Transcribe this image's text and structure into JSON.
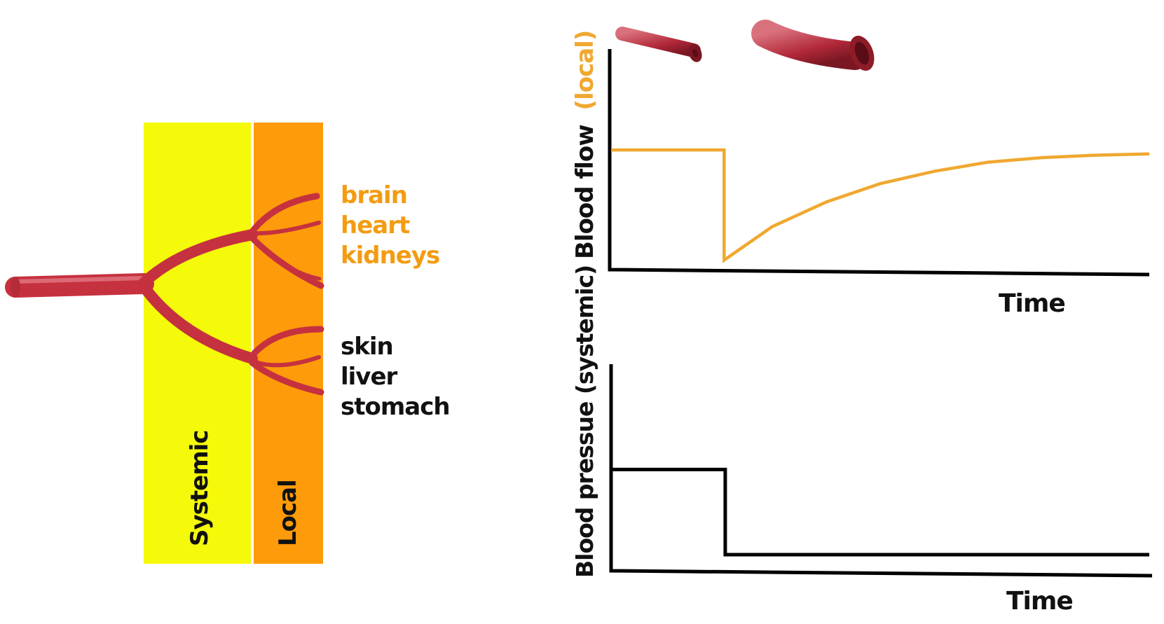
{
  "diagram": {
    "zones": {
      "systemic": {
        "label": "Systemic",
        "color": "#f4fa0a"
      },
      "local": {
        "label": "Local",
        "color": "#fd9b0a"
      }
    },
    "vessel_color": "#c6313f",
    "organ_groups": [
      {
        "items": [
          "brain",
          "heart",
          "kidneys"
        ],
        "color": "#f39c12"
      },
      {
        "items": [
          "skin",
          "liver",
          "stomach"
        ],
        "color": "#111111"
      }
    ]
  },
  "charts": {
    "blood_flow": {
      "ylabel_main": "Blood flow",
      "ylabel_qualifier": "(local)",
      "xlabel": "Time",
      "line_color": "#f0a830"
    },
    "blood_pressure": {
      "ylabel": "Blood pressue (systemic)",
      "xlabel": "Time",
      "line_color": "#000000"
    }
  },
  "chart_data": [
    {
      "type": "line",
      "xlabel": "Time",
      "ylabel": "Blood flow (local)",
      "xlim": [
        0,
        10
      ],
      "ylim": [
        0,
        10
      ],
      "series": [
        {
          "x": [
            0,
            2.1,
            2.1,
            3,
            4,
            5,
            6,
            7,
            8,
            9,
            10
          ],
          "y": [
            5.1,
            5.1,
            1.5,
            2.6,
            3.4,
            4.0,
            4.4,
            4.7,
            4.85,
            4.93,
            4.97
          ]
        }
      ]
    },
    {
      "type": "line",
      "xlabel": "Time",
      "ylabel": "Blood pressue (systemic)",
      "xlim": [
        0,
        10
      ],
      "ylim": [
        0,
        10
      ],
      "series": [
        {
          "x": [
            0,
            2.1,
            2.1,
            10
          ],
          "y": [
            5.3,
            5.3,
            1.5,
            1.5
          ]
        }
      ]
    }
  ]
}
